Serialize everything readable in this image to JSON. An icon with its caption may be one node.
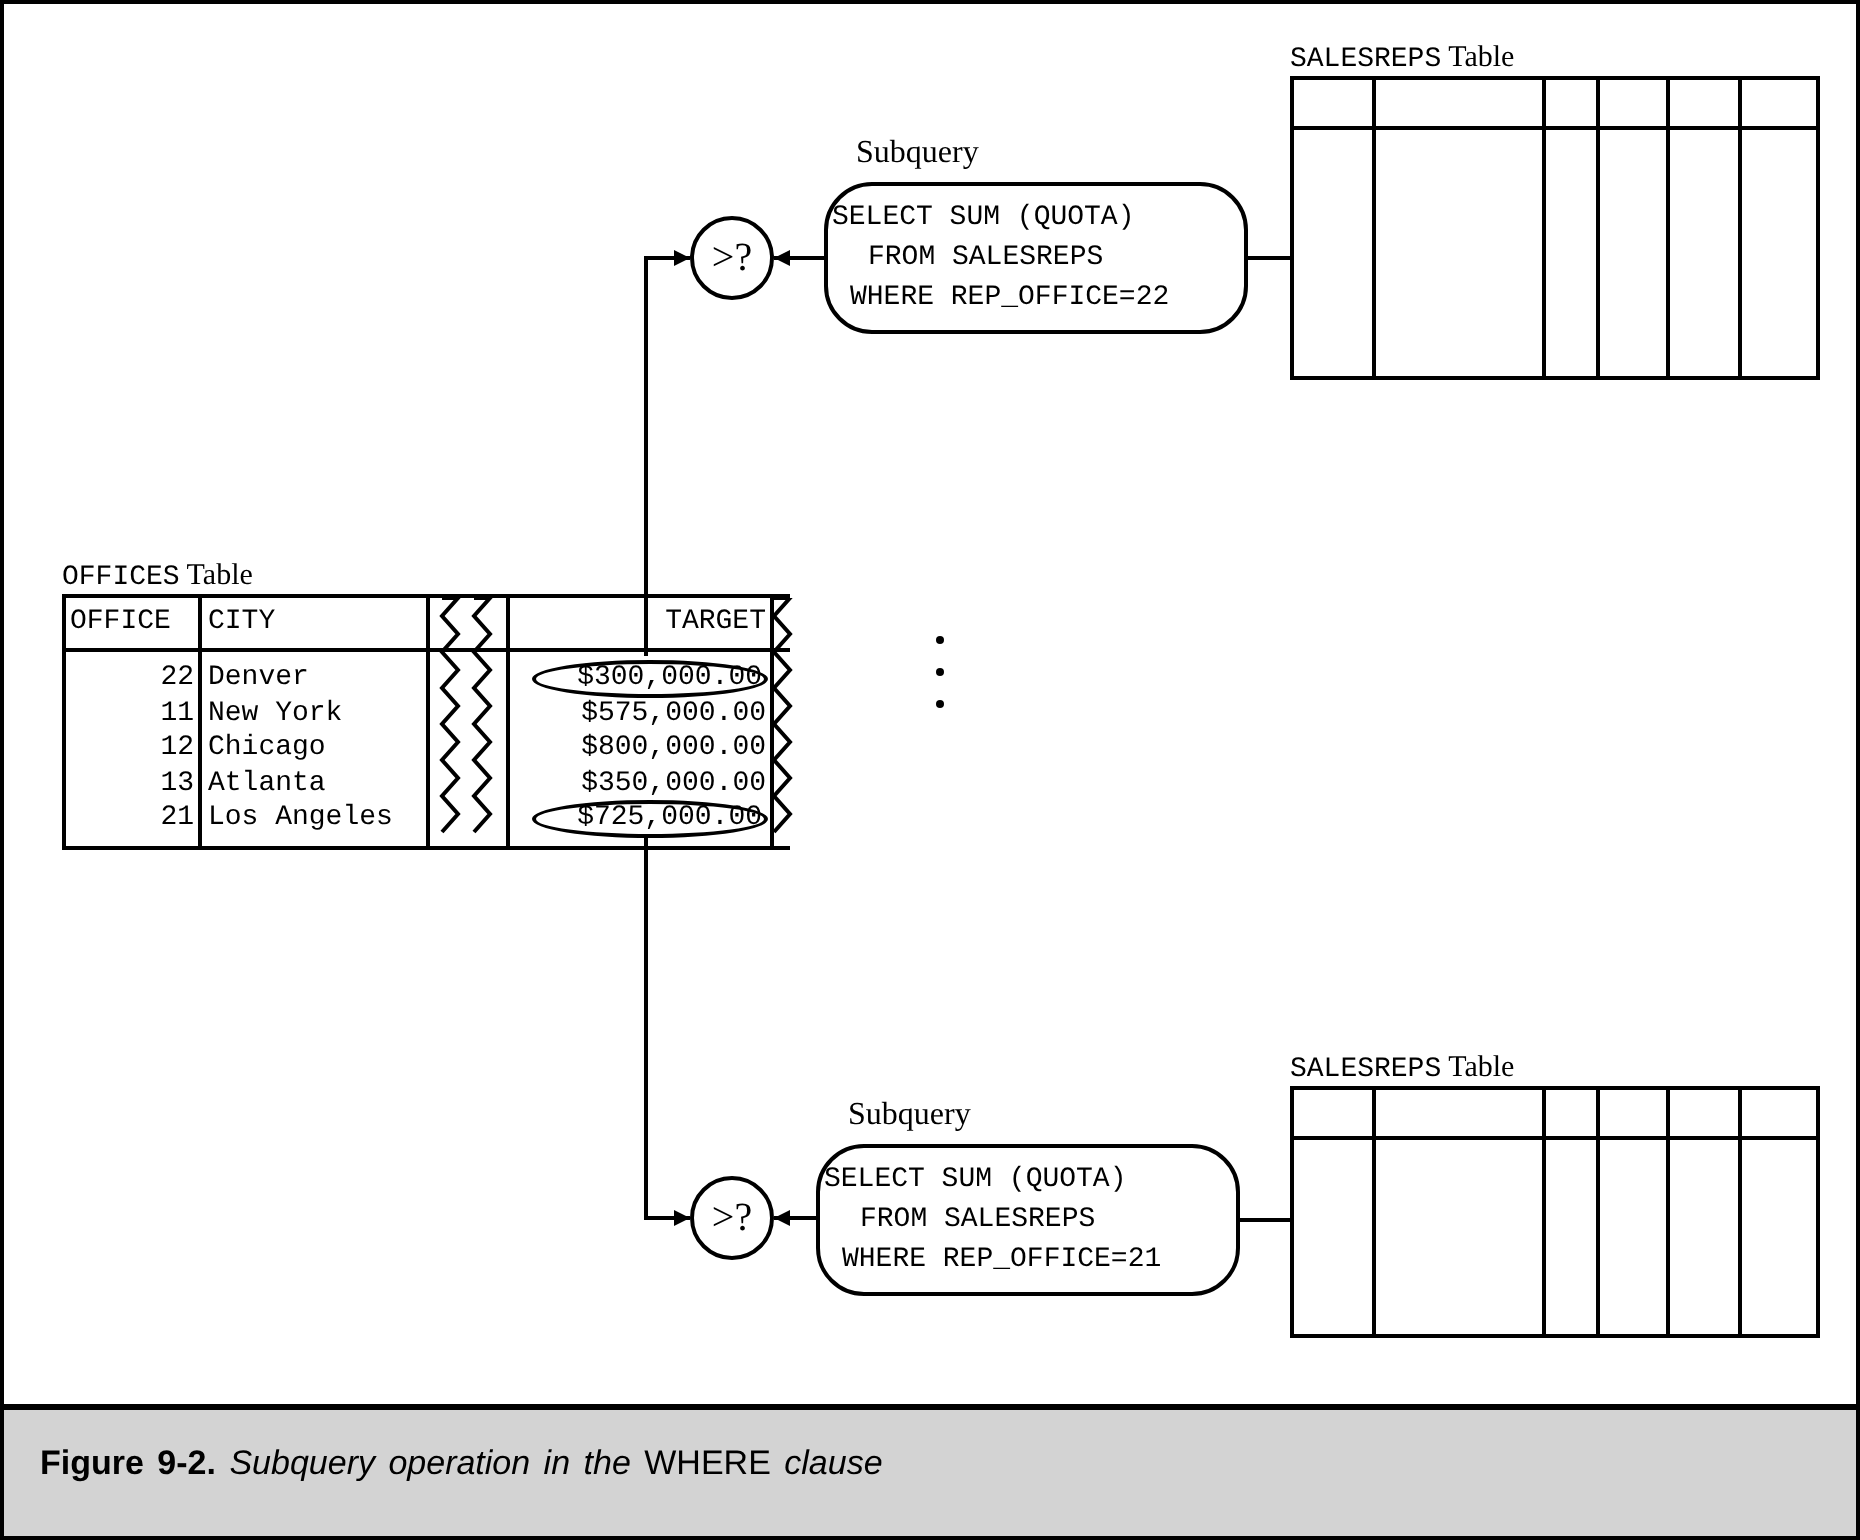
{
  "diagram": {
    "caption": "**Figure 9-2.** *Subquery operation in the* WHERE *clause*",
    "nodes": [
      {
        "text": [
          "OFFICES Table"
        ]
      },
      {
        "text": [
          "$300,000.00"
        ],
        "in": 0
      },
      {
        "text": [
          "$725,000.00"
        ],
        "in": 0
      },
      {
        "text": [
          "Subquery",
          "SELECT SUM (QUOTA)",
          "FROM SALESREPS",
          "WHERE REP_OFFICE=22"
        ]
      },
      {
        "text": [
          ">?"
        ]
      },
      {
        "text": [
          "SALESREPS Table"
        ]
      },
      {
        "text": [
          "Subquery",
          "SELECT SUM (QUOTA)",
          "FROM SALESREPS",
          "WHERE REP_OFFICE=21"
        ]
      },
      {
        "text": [
          ">?"
        ]
      },
      {
        "text": [
          "SALESREPS Table"
        ]
      }
    ],
    "edges": [
      {
        "from": 1,
        "to": 4,
        "arrow": "to"
      },
      {
        "from": 3,
        "to": 4,
        "arrow": "to"
      },
      {
        "from": 5,
        "to": 3,
        "arrow": "none"
      },
      {
        "from": 2,
        "to": 7,
        "arrow": "to"
      },
      {
        "from": 6,
        "to": 7,
        "arrow": "to"
      },
      {
        "from": 8,
        "to": 6,
        "arrow": "none"
      }
    ],
    "labels": [
      "OFFICE",
      "CITY",
      "TARGET",
      "22",
      "Denver",
      "11",
      "New York",
      "$575,000.00",
      "12",
      "Chicago",
      "$800,000.00",
      "13",
      "Atlanta",
      "$350,000.00",
      "21",
      "Los Angeles"
    ]
  }
}
